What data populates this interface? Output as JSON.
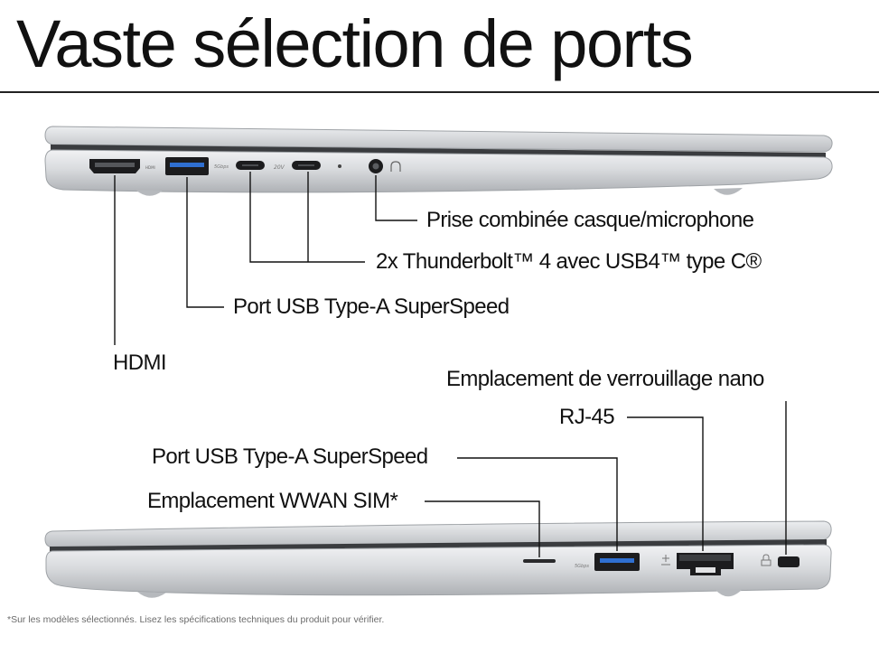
{
  "title": "Vaste sélection de ports",
  "top_view": {
    "labels": {
      "audio_jack": "Prise combinée casque/microphone",
      "thunderbolt": "2x Thunderbolt™ 4 avec USB4™ type C®",
      "usb_a": "Port USB Type-A SuperSpeed",
      "hdmi": "HDMI"
    },
    "port_glyphs": {
      "hdmi_mark": "HDMI",
      "usb_speed_mark": "5Gbps",
      "usbc_power_mark": "20V"
    }
  },
  "bottom_view": {
    "labels": {
      "nano_lock": "Emplacement de verrouillage nano",
      "rj45": "RJ-45",
      "usb_a": "Port USB Type-A SuperSpeed",
      "wwan_sim": "Emplacement WWAN SIM*"
    },
    "port_glyphs": {
      "usb_speed_mark": "5Gbps"
    }
  },
  "footnote": "*Sur les modèles sélectionnés. Lisez les spécifications techniques du produit pour vérifier.",
  "colors": {
    "chassis": "#c9cbce",
    "chassis_light": "#e4e6e8",
    "port_dark": "#1c1c1e",
    "leader_line": "#111111"
  }
}
